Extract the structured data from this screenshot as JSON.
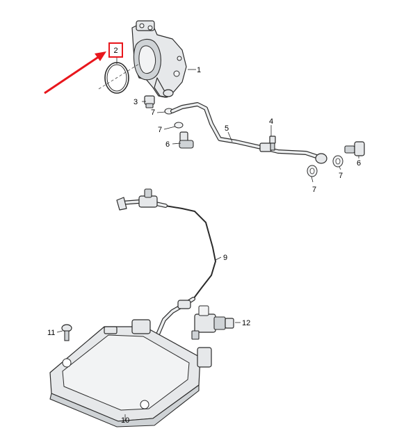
{
  "callouts": {
    "c1": "1",
    "c2": "2",
    "c3": "3",
    "c4": "4",
    "c5": "5",
    "c6a": "6",
    "c6b": "6",
    "c7a": "7",
    "c7b": "7",
    "c7c": "7",
    "c7d": "7",
    "c9": "9",
    "c10": "10",
    "c11": "11",
    "c12": "12"
  },
  "colors": {
    "highlight": "#e8161c",
    "line": "#2a2a2a",
    "part_fill": "#e6e8ea"
  }
}
